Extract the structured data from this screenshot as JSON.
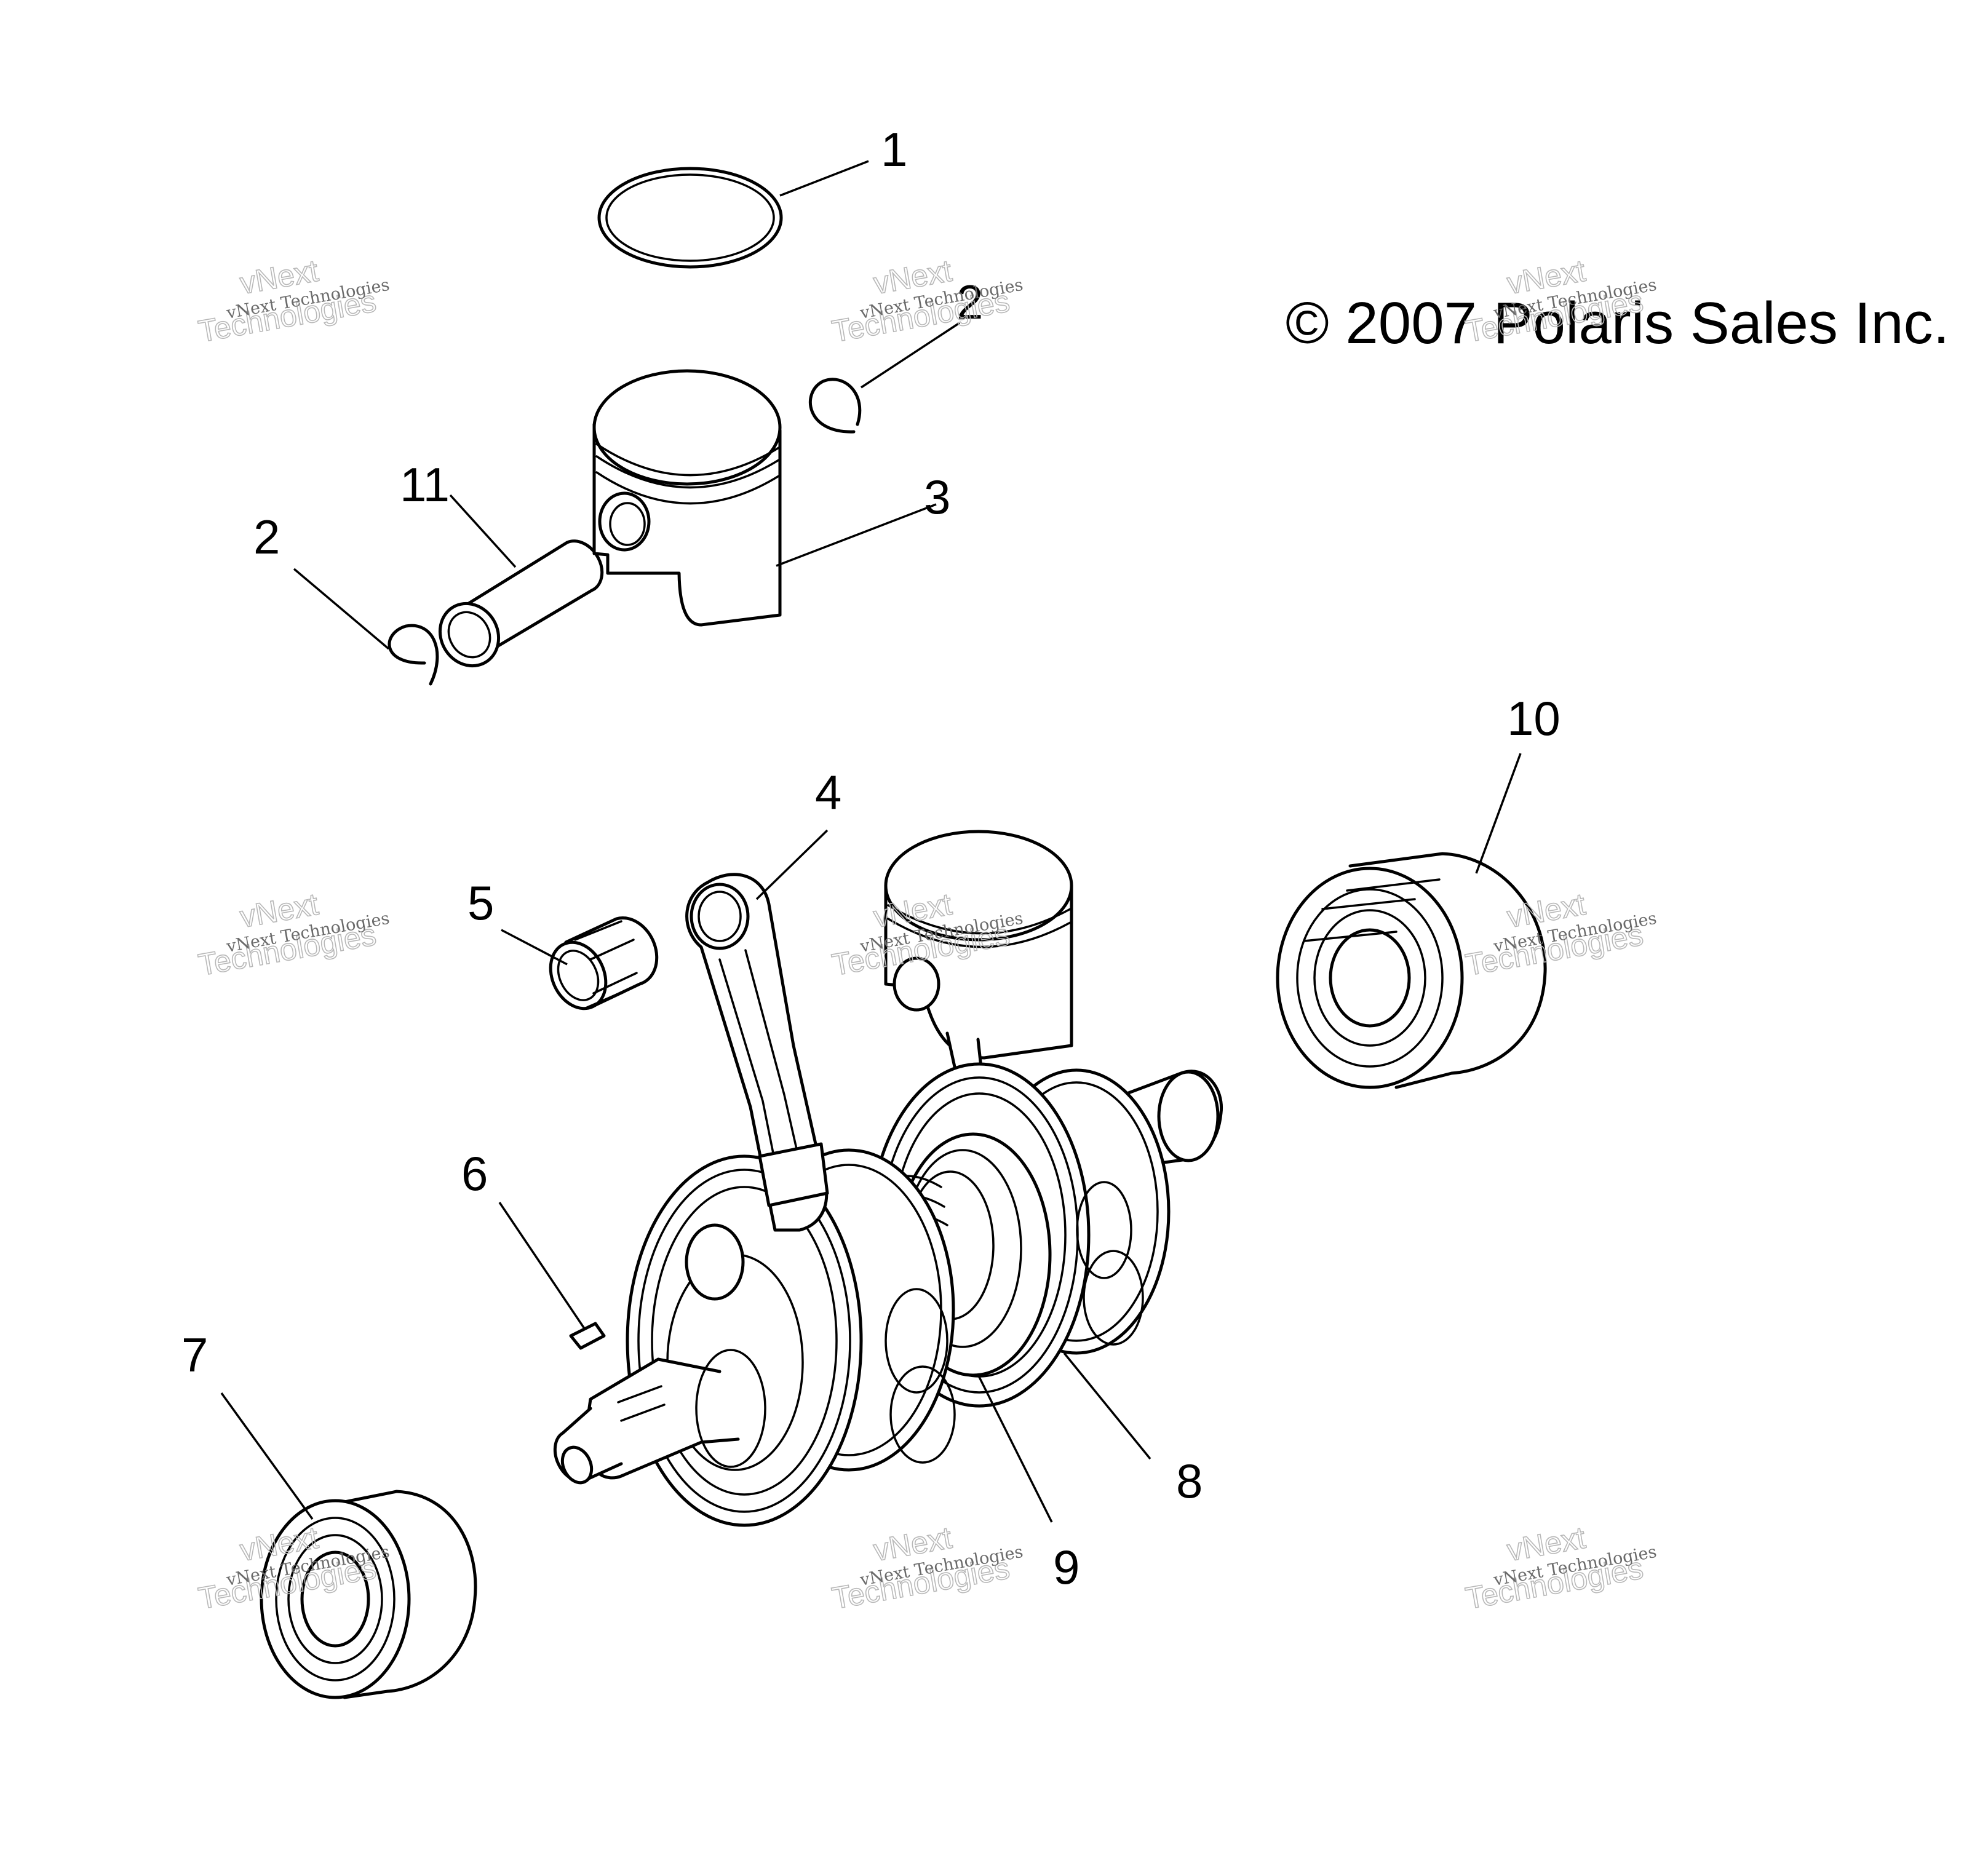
{
  "copyright": "© 2007 Polaris Sales Inc.",
  "callouts": [
    "1",
    "2",
    "2",
    "3",
    "4",
    "5",
    "6",
    "7",
    "8",
    "9",
    "10",
    "11"
  ],
  "watermark": {
    "small": "vNext Technologies",
    "large_line1": "vNext",
    "large_line2": "Technologies"
  },
  "colors": {
    "line": "#000000",
    "background": "#ffffff",
    "watermark": "#b8b8b8"
  }
}
